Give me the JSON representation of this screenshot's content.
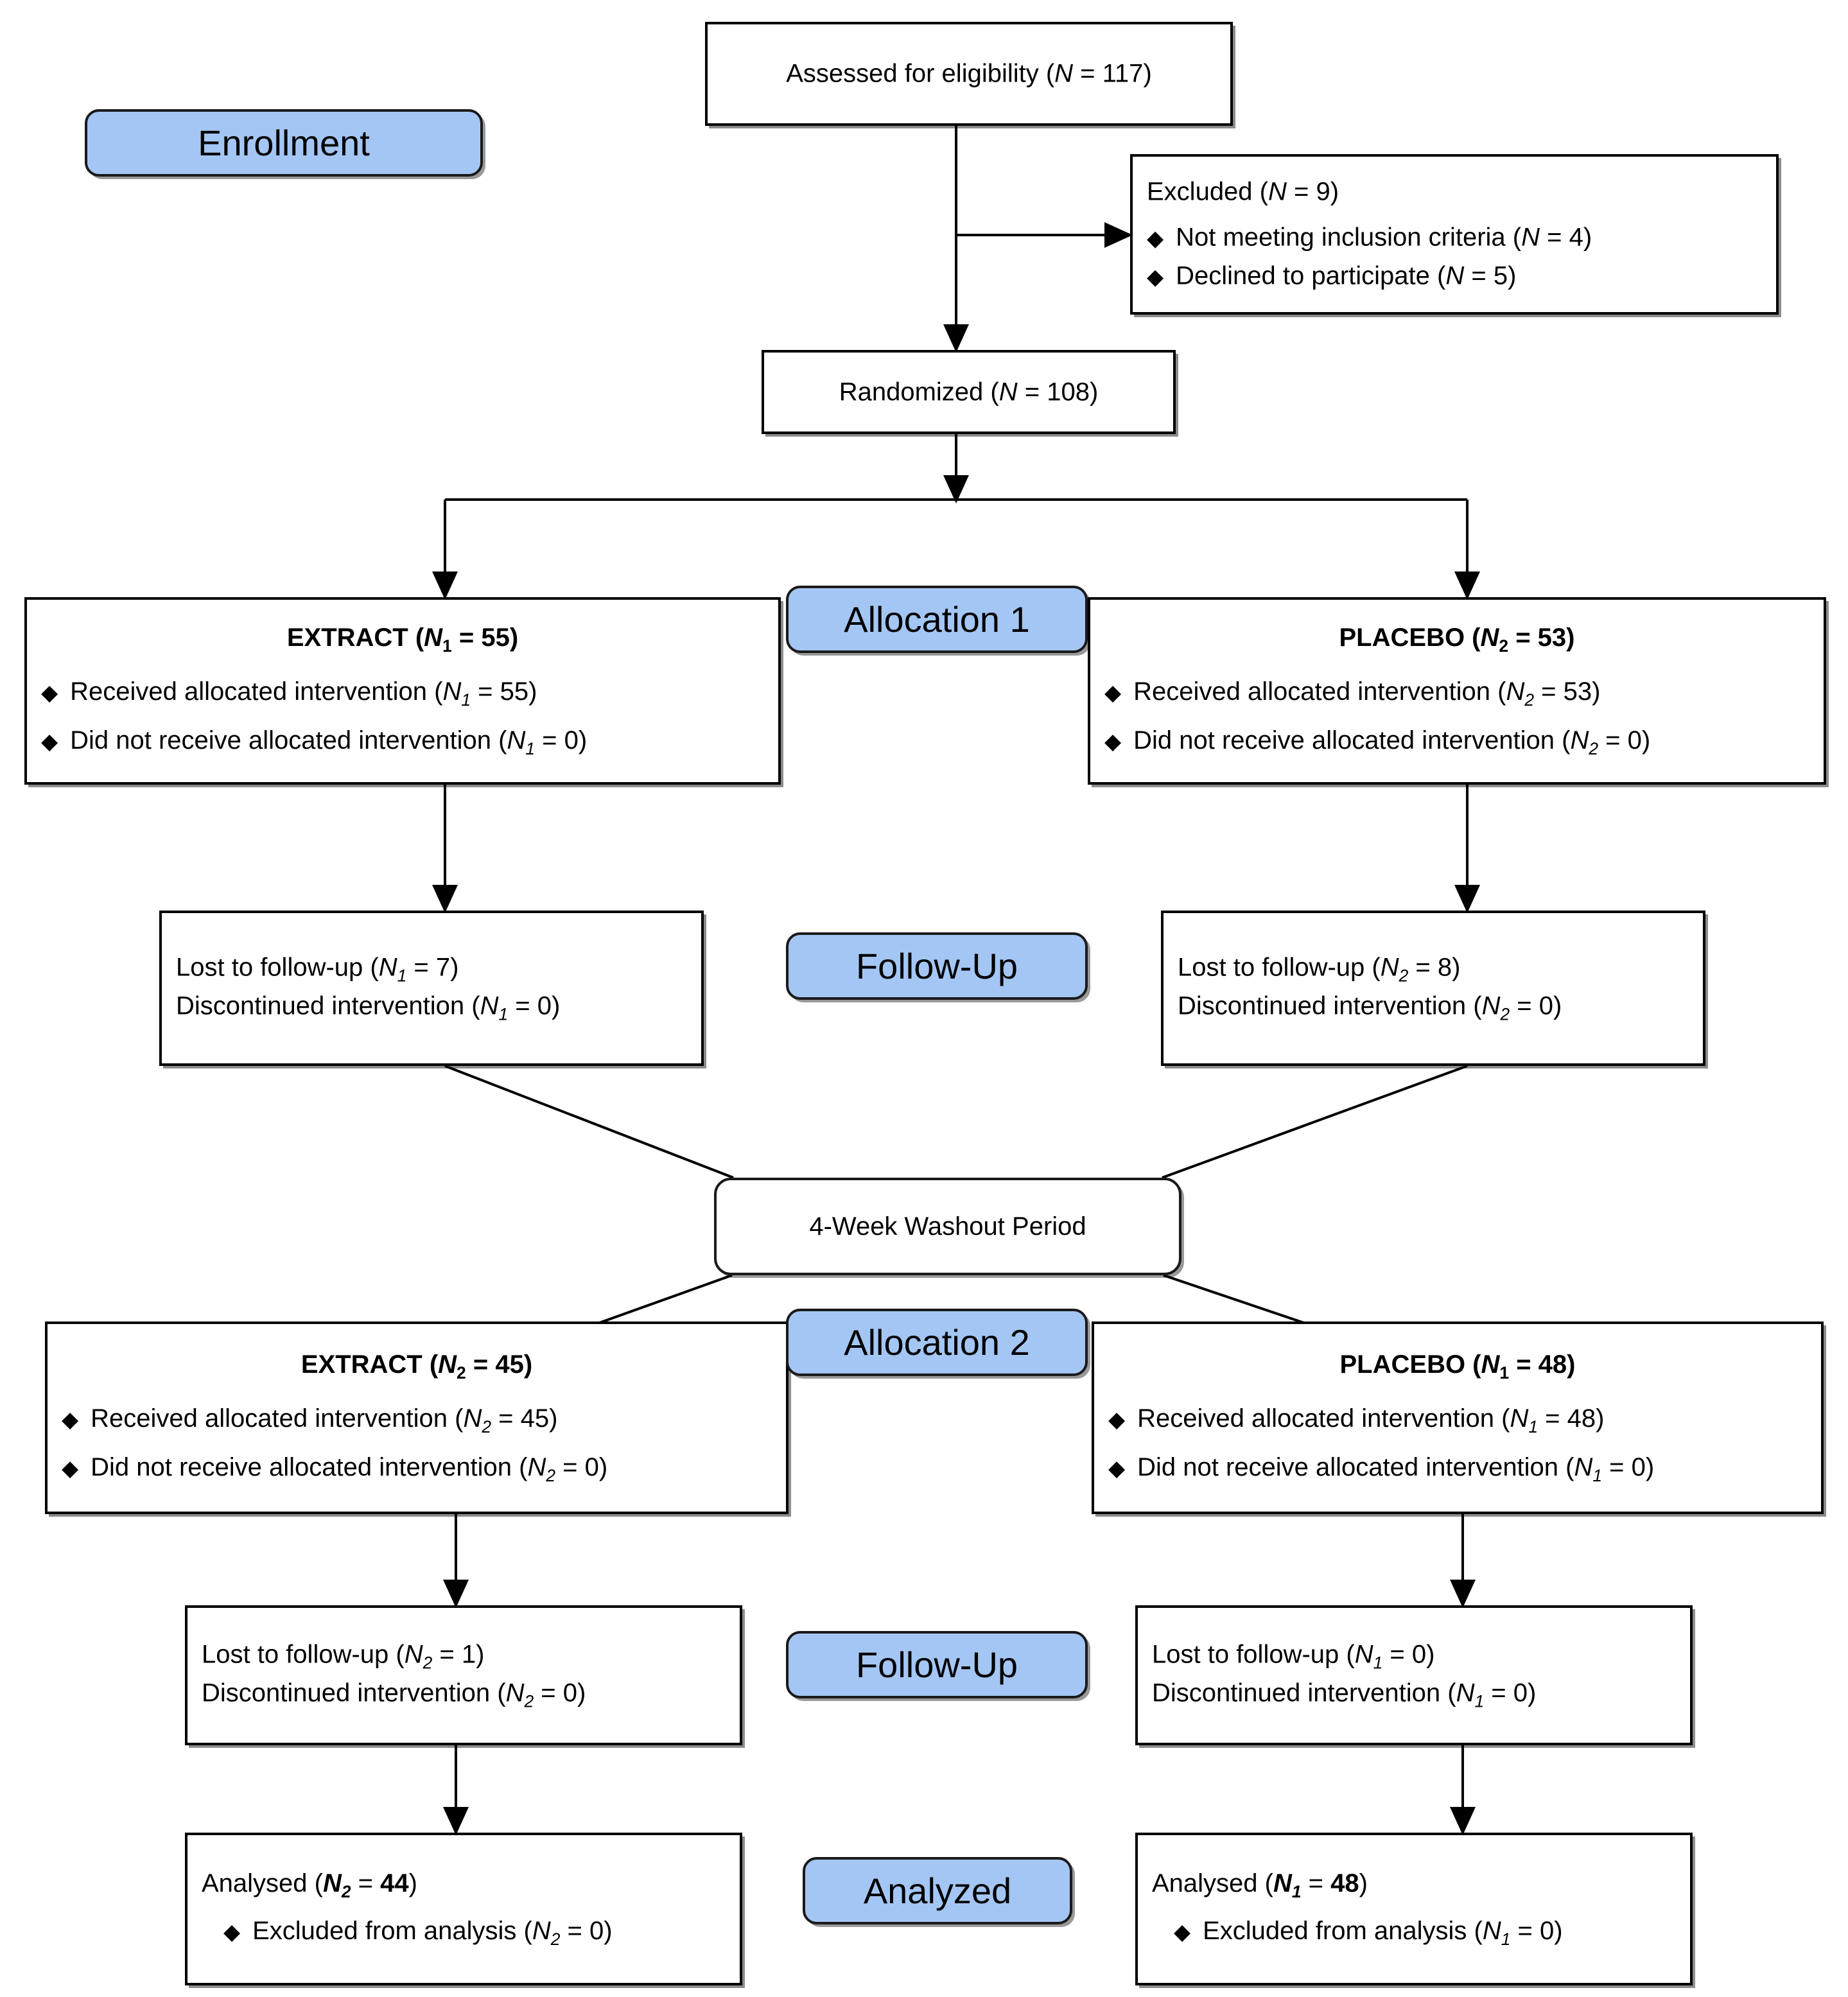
{
  "diagram": {
    "type": "CONSORT participant flow diagram",
    "accent_color": "#A4C6F4",
    "line_color": "#000000",
    "background": "#ffffff"
  },
  "stage_labels": {
    "enrollment": "Enrollment",
    "allocation_1": "Allocation 1",
    "follow_up_1": "Follow-Up",
    "allocation_2": "Allocation 2",
    "follow_up_2": "Follow-Up",
    "analyzed": "Analyzed"
  },
  "nodes": {
    "assessed": {
      "text": "Assessed for eligibility (N = 117)",
      "n_label": "N",
      "value": 117
    },
    "excluded": {
      "heading": "Excluded (N = 9)",
      "value": 9,
      "items": [
        {
          "text": "Not meeting inclusion criteria (N = 4)",
          "value": 4
        },
        {
          "text": "Declined to participate (N = 5)",
          "value": 5
        }
      ]
    },
    "randomized": {
      "text": "Randomized (N = 108)",
      "value": 108
    },
    "alloc1_left": {
      "title": "EXTRACT (N1 = 55)",
      "group": "EXTRACT",
      "n_label": "N",
      "n_sub": "1",
      "value": 55,
      "items": [
        {
          "text": "Received allocated intervention (N1 = 55)",
          "value": 55
        },
        {
          "text": "Did not receive allocated intervention (N1 = 0)",
          "value": 0
        }
      ]
    },
    "alloc1_right": {
      "title": "PLACEBO (N2 = 53)",
      "group": "PLACEBO",
      "n_label": "N",
      "n_sub": "2",
      "value": 53,
      "items": [
        {
          "text": "Received allocated intervention (N2 = 53)",
          "value": 53
        },
        {
          "text": "Did not receive allocated intervention (N2 = 0)",
          "value": 0
        }
      ]
    },
    "followup1_left": {
      "line1": "Lost to follow-up (N1 = 7)",
      "line2": "Discontinued intervention (N1 = 0)",
      "n_sub": "1",
      "lost": 7,
      "discontinued": 0
    },
    "followup1_right": {
      "line1": "Lost to follow-up (N2 = 8)",
      "line2": "Discontinued intervention (N2 = 0)",
      "n_sub": "2",
      "lost": 8,
      "discontinued": 0
    },
    "washout": {
      "text": "4-Week Washout Period",
      "weeks": 4
    },
    "alloc2_left": {
      "title": "EXTRACT (N2 = 45)",
      "group": "EXTRACT",
      "n_label": "N",
      "n_sub": "2",
      "value": 45,
      "items": [
        {
          "text": "Received allocated intervention (N2 = 45)",
          "value": 45
        },
        {
          "text": "Did not receive allocated intervention (N2 = 0)",
          "value": 0
        }
      ]
    },
    "alloc2_right": {
      "title": "PLACEBO (N1 = 48)",
      "group": "PLACEBO",
      "n_label": "N",
      "n_sub": "1",
      "value": 48,
      "items": [
        {
          "text": "Received allocated intervention (N1 = 48)",
          "value": 48
        },
        {
          "text": "Did not receive allocated intervention (N1 = 0)",
          "value": 0
        }
      ]
    },
    "followup2_left": {
      "line1": "Lost to follow-up (N2 = 1)",
      "line2": "Discontinued intervention (N2 = 0)",
      "n_sub": "2",
      "lost": 1,
      "discontinued": 0
    },
    "followup2_right": {
      "line1": "Lost to follow-up (N1 = 0)",
      "line2": "Discontinued intervention (N1 = 0)",
      "n_sub": "1",
      "lost": 0,
      "discontinued": 0
    },
    "analysed_left": {
      "title": "Analysed (N2 = 44)",
      "n_sub": "2",
      "value": 44,
      "items": [
        {
          "text": "Excluded from analysis (N2 = 0)",
          "value": 0
        }
      ]
    },
    "analysed_right": {
      "title": "Analysed (N1 = 48)",
      "n_sub": "1",
      "value": 48,
      "items": [
        {
          "text": "Excluded from analysis (N1 = 0)",
          "value": 0
        }
      ]
    }
  },
  "glyphs": {
    "bullet": "♦"
  }
}
